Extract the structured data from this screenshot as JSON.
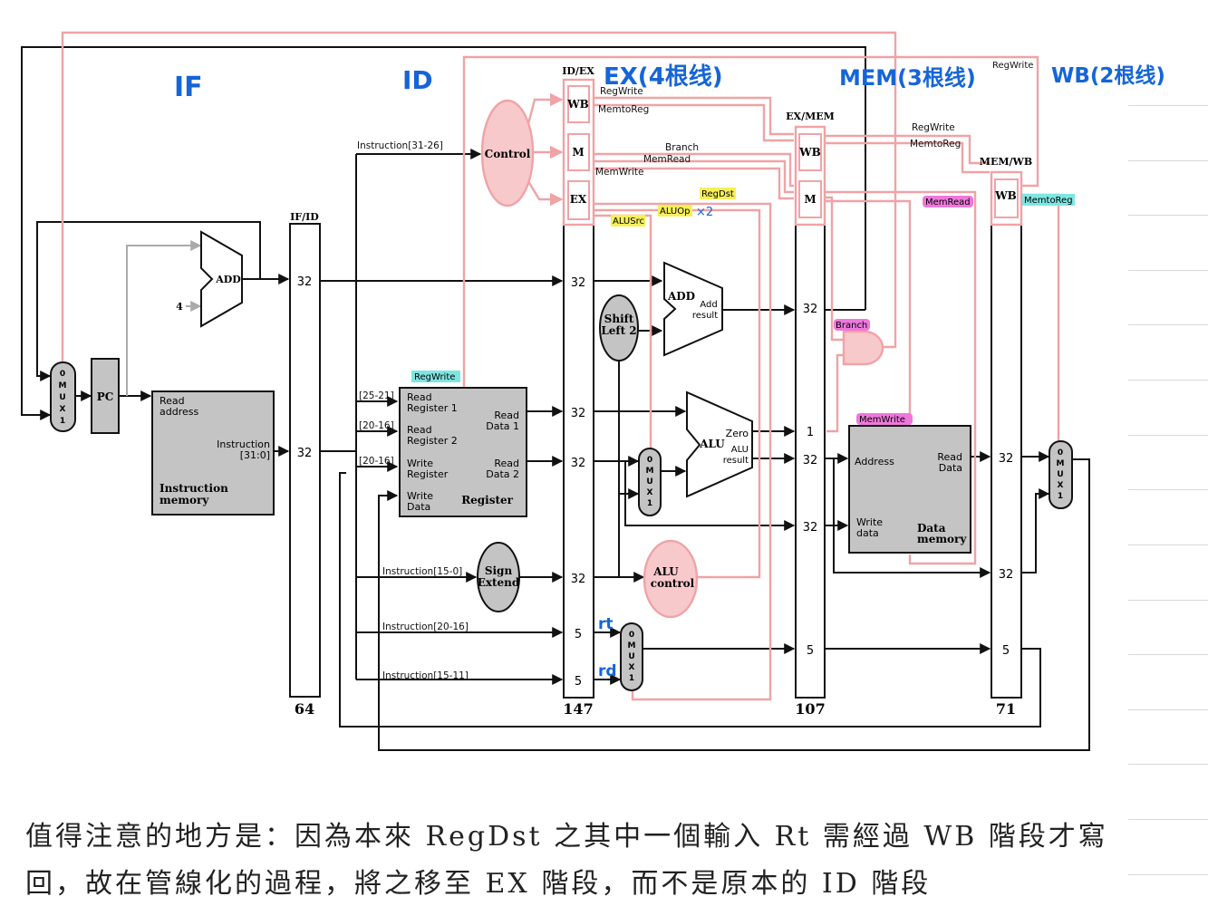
{
  "stage_labels": {
    "if": "IF",
    "id": "ID",
    "ex": "EX(4根线)",
    "mem": "MEM(3根线)",
    "wb": "WB(2根线)"
  },
  "registers": {
    "ifid": {
      "title": "IF/ID",
      "bits": "64",
      "w1": "32",
      "w2": "32"
    },
    "idex": {
      "title": "ID/EX",
      "bits": "147",
      "wb": "WB",
      "m": "M",
      "ex": "EX",
      "w1": "32",
      "w2": "32",
      "w3": "32",
      "w4": "32",
      "w5": "5",
      "w6": "5"
    },
    "exmem": {
      "title": "EX/MEM",
      "bits": "107",
      "wb": "WB",
      "m": "M",
      "w1": "32",
      "w2": "1",
      "w3": "32",
      "w4": "32",
      "w5": "5"
    },
    "memwb": {
      "title": "MEM/WB",
      "bits": "71",
      "wb": "WB",
      "w1": "32",
      "w2": "32",
      "w3": "5"
    }
  },
  "units": {
    "pc": "PC",
    "add": "ADD",
    "four": "4",
    "im_read": "Read",
    "im_address": "address",
    "im_instr": "Instruction",
    "im_bits": "[31:0]",
    "im_title1": "Instruction",
    "im_title2": "memory",
    "control": "Control",
    "shift1": "Shift",
    "shift2": "Left 2",
    "sign1": "Sign",
    "sign2": "Extend",
    "alucontrol1": "ALU",
    "alucontrol2": "control",
    "ex_add": "ADD",
    "ex_add_r1": "Add",
    "ex_add_r2": "result",
    "alu": "ALU",
    "zero": "Zero",
    "alu_r1": "ALU",
    "alu_r2": "result",
    "dm_address": "Address",
    "dm_read1": "Read",
    "dm_read2": "Data",
    "dm_write1": "Write",
    "dm_write2": "data",
    "dm_title1": "Data",
    "dm_title2": "memory",
    "reg_rr1a": "Read",
    "reg_rr1b": "Register 1",
    "reg_rr2a": "Read",
    "reg_rr2b": "Register 2",
    "reg_wra": "Write",
    "reg_wrb": "Register",
    "reg_wda": "Write",
    "reg_wdb": "Data",
    "reg_rd1a": "Read",
    "reg_rd1b": "Data 1",
    "reg_rd2a": "Read",
    "reg_rd2b": "Data 2",
    "reg_title": "Register",
    "mux": [
      "0",
      "M",
      "U",
      "X",
      "1"
    ]
  },
  "signals": {
    "instr_31_26": "Instruction[31-26]",
    "f25_21": "[25-21]",
    "f20_16a": "[20-16]",
    "f20_16b": "[20-16]",
    "instr_15_0": "Instruction[15-0]",
    "instr_20_16": "Instruction[20-16]",
    "instr_15_11": "Instruction[15-11]",
    "regwrite_id": "RegWrite",
    "regwrite_idex": "RegWrite",
    "memtoreg_idex": "MemtoReg",
    "branch_idex": "Branch",
    "memread_idex": "MemRead",
    "memwrite_idex": "MemWrite",
    "regdst": "RegDst",
    "aluop": "ALUOp",
    "aluop_x2": "×2",
    "alusrc": "ALUSrc",
    "regwrite_exmem": "RegWrite",
    "memtoreg_exmem": "MemtoReg",
    "regwrite_top": "RegWrite",
    "memread_mem": "MemRead",
    "branch_mem": "Branch",
    "memwrite_mem": "MemWrite",
    "memtoreg_wb": "MemtoReg",
    "rt": "rt",
    "rd": "rd"
  },
  "colors": {
    "pink": "#f0a3a6",
    "unit_fill": "#c4c4c4",
    "blue_note": "#1565d8",
    "hl_yellow": "#f6ef58",
    "hl_cyan": "#7ee6e2",
    "hl_magenta": "#ee78dc"
  },
  "caption": {
    "line1": "值得注意的地方是：因為本來 RegDst 之其中一個輸入 Rt 需經過 WB 階段才寫",
    "line2": "回，故在管線化的過程，將之移至 EX 階段，而不是原本的 ID 階段"
  }
}
